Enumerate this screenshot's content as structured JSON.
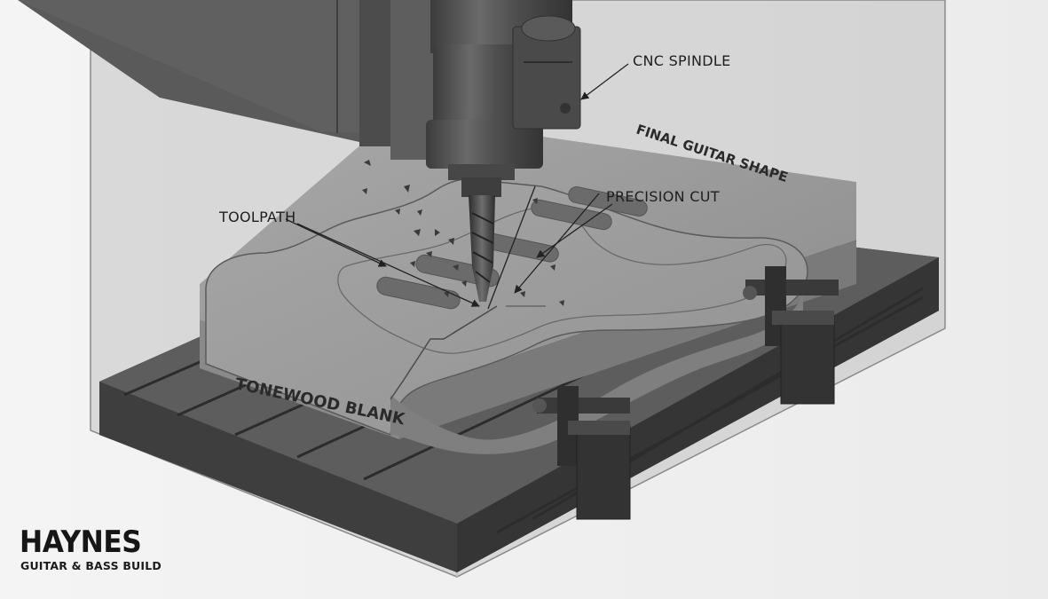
{
  "labels": {
    "cnc_spindle": "CNC SPINDLE",
    "final_guitar_shape": "FINAL GUITAR SHAPE",
    "precision_cut": "PRECISION CUT",
    "toolpath": "TOOLPATH",
    "tonewood_blank": "TONEWOOD BLANK"
  },
  "brand": {
    "name": "HAYNES",
    "tagline": "GUITAR & BASS BUILD"
  },
  "colors": {
    "background": "#f2f2f2",
    "bed_dark": "#4a4a4a",
    "wood_light": "#9a9a9a",
    "spindle": "#585858"
  }
}
